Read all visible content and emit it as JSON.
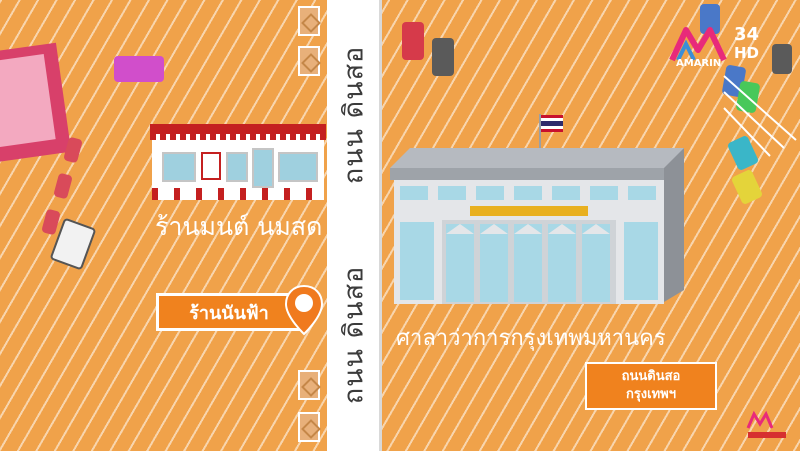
{
  "road": {
    "label_top": "ถนน ดินสอ",
    "label_bottom": "ถนน ดินสอ"
  },
  "shop": {
    "name": "ร้านมนต์ นมสด"
  },
  "pin_label": "ร้านนันฟ้า",
  "city_hall": {
    "name": "ศาลาว่าการกรุงเทพมหานคร",
    "address_line1": "ถนนดินสอ",
    "address_line2": "กรุงเทพฯ"
  },
  "broadcaster": {
    "channel_number": "34",
    "channel_suffix": "HD",
    "brand": "AMARIN"
  },
  "colors": {
    "background": "#f0a24a",
    "road": "#ffffff",
    "label_box": "#f0821e",
    "shop_red": "#c42020",
    "pin_orange": "#f07a1e",
    "building_grey": "#c9ccd0",
    "glass": "#a8d8e6"
  },
  "icons": [
    "location-pin-icon",
    "thai-flag-icon",
    "channel-logo-icon"
  ]
}
